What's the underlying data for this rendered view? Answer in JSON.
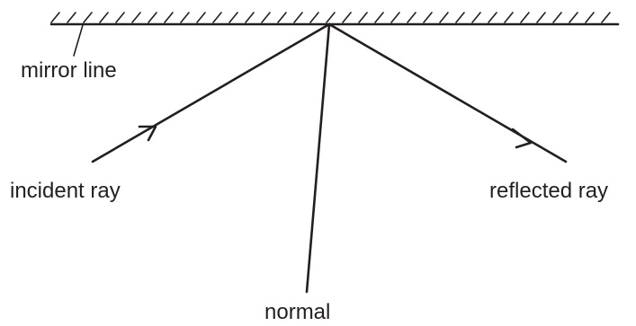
{
  "labels": {
    "mirror_line": "mirror line",
    "incident_ray": "incident ray",
    "reflected_ray": "reflected ray",
    "normal": "normal"
  },
  "colors": {
    "ink": "#231f20",
    "background": "#ffffff"
  }
}
